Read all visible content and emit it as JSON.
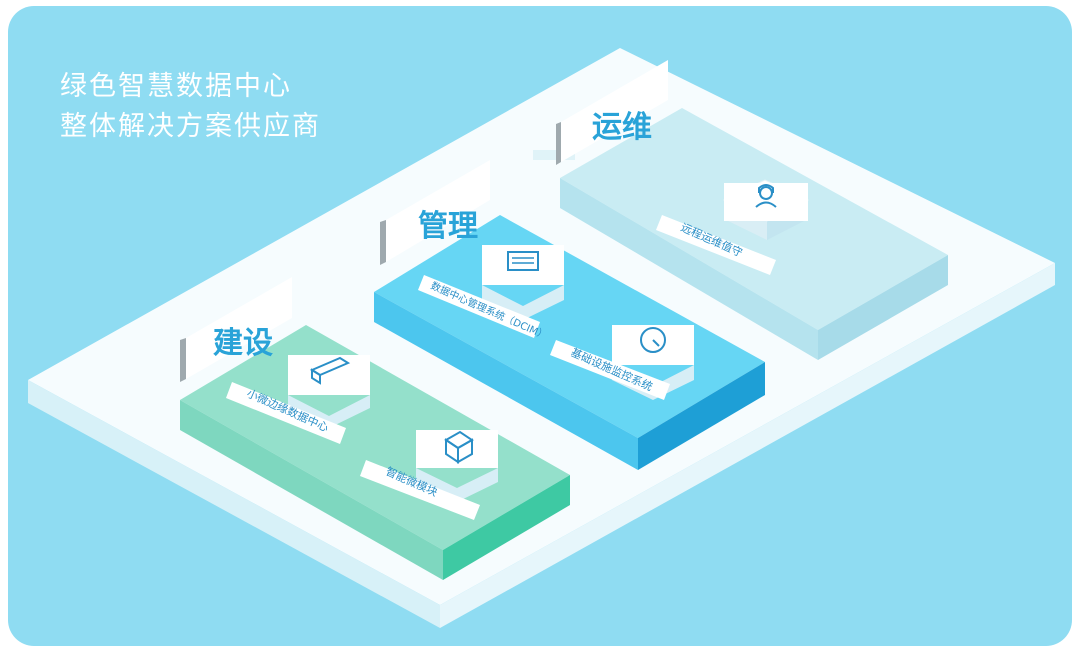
{
  "headline": {
    "line1": "绿色智慧数据中心",
    "line2": "整体解决方案供应商"
  },
  "sections": {
    "build": {
      "label": "建设",
      "items": [
        "小微边缘数据中心",
        "智能微模块"
      ],
      "color": "#7fdcc2"
    },
    "manage": {
      "label": "管理",
      "items": [
        "数据中心管理系统（DCIM）",
        "基础设施监控系统"
      ],
      "color": "#5fd3f3"
    },
    "ops": {
      "label": "运维",
      "items": [
        "远程运维值守"
      ],
      "color": "#c6ebf2"
    }
  },
  "icons": {
    "build": [
      "server-icon",
      "cube-icon"
    ],
    "manage": [
      "monitor-icon",
      "gauge-icon"
    ],
    "ops": [
      "support-agent-icon"
    ]
  },
  "colors": {
    "background": "#8fdcf2",
    "platform": "#f4fbfd"
  }
}
